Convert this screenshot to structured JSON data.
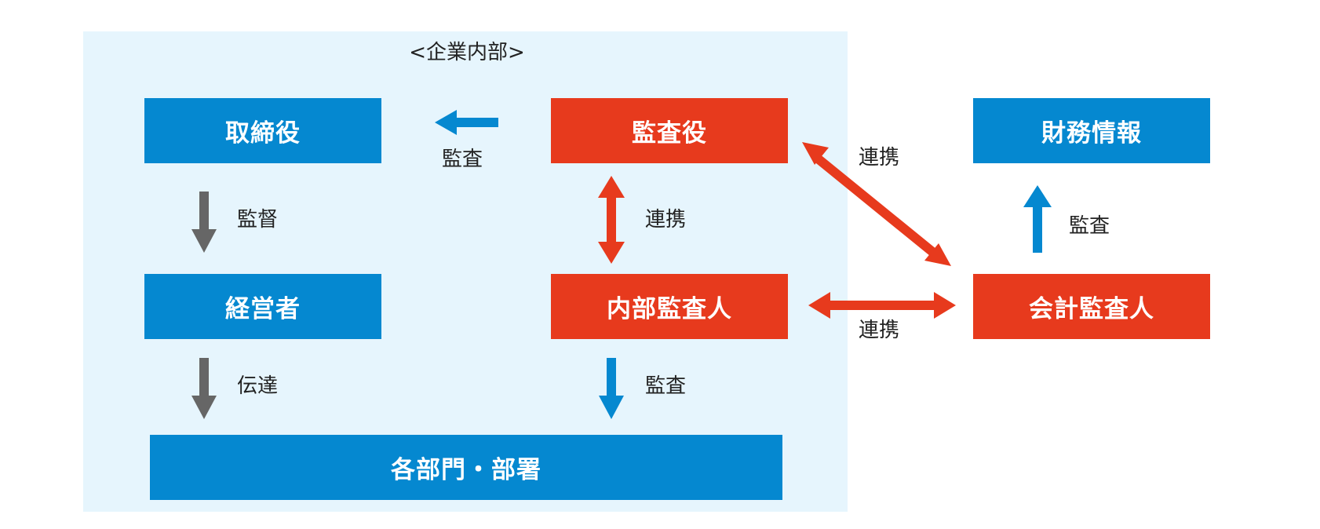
{
  "area": {
    "title": "<企業内部>"
  },
  "boxes": {
    "torishimari": "取締役",
    "kansayaku": "監査役",
    "zaimu": "財務情報",
    "keiei": "経営者",
    "naibu": "内部監査人",
    "kaikei": "会計監査人",
    "kakubu": "各部門・部署"
  },
  "labels": {
    "kansa_top": "監査",
    "kantoku": "監督",
    "renkei_mid": "連携",
    "renkei_diag": "連携",
    "kansa_right": "監査",
    "renkei_low": "連携",
    "dentatsu": "伝達",
    "kansa_low": "監査"
  },
  "colors": {
    "blue": "#0588d0",
    "red": "#e73a1d",
    "gray": "#666666",
    "area_bg": "#e6f5fd"
  }
}
